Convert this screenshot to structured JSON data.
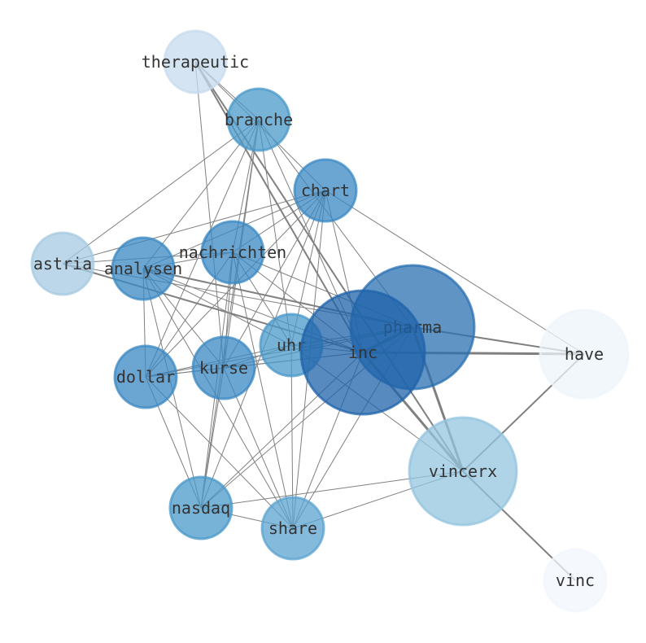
{
  "graph": {
    "nodes": [
      {
        "id": "therapeutic",
        "label": "therapeutic",
        "color": "#c6dbef"
      },
      {
        "id": "branche",
        "label": "branche",
        "color": "#4a98c9"
      },
      {
        "id": "chart",
        "label": "chart",
        "color": "#3a88c3"
      },
      {
        "id": "astria",
        "label": "astria",
        "color": "#a6c9e2"
      },
      {
        "id": "nachrichten",
        "label": "nachrichten",
        "color": "#3a88c3"
      },
      {
        "id": "analysen",
        "label": "analysen",
        "color": "#3a88c3"
      },
      {
        "id": "pharma",
        "label": "pharma",
        "color": "#2a70b2"
      },
      {
        "id": "uhr",
        "label": "uhr",
        "color": "#4a98c9"
      },
      {
        "id": "inc",
        "label": "inc",
        "color": "#1f63aa"
      },
      {
        "id": "have",
        "label": "have",
        "color": "#eef4fb"
      },
      {
        "id": "dollar",
        "label": "dollar",
        "color": "#3a88c3"
      },
      {
        "id": "kurse",
        "label": "kurse",
        "color": "#3a88c3"
      },
      {
        "id": "vincerx",
        "label": "vincerx",
        "color": "#94c4df"
      },
      {
        "id": "nasdaq",
        "label": "nasdaq",
        "color": "#4a98c9"
      },
      {
        "id": "share",
        "label": "share",
        "color": "#5ba3d0"
      },
      {
        "id": "vinc",
        "label": "vinc",
        "color": "#f1f6fc"
      }
    ],
    "edges": [
      [
        "therapeutic",
        "branche",
        1
      ],
      [
        "therapeutic",
        "chart",
        1
      ],
      [
        "therapeutic",
        "kurse",
        1
      ],
      [
        "therapeutic",
        "inc",
        2
      ],
      [
        "therapeutic",
        "vincerx",
        2
      ],
      [
        "branche",
        "astria",
        1
      ],
      [
        "branche",
        "analysen",
        1
      ],
      [
        "branche",
        "dollar",
        1
      ],
      [
        "branche",
        "kurse",
        1
      ],
      [
        "branche",
        "nasdaq",
        1
      ],
      [
        "branche",
        "uhr",
        1
      ],
      [
        "branche",
        "inc",
        1
      ],
      [
        "branche",
        "pharma",
        1
      ],
      [
        "branche",
        "nachrichten",
        1
      ],
      [
        "chart",
        "astria",
        1
      ],
      [
        "chart",
        "analysen",
        1
      ],
      [
        "chart",
        "dollar",
        1
      ],
      [
        "chart",
        "kurse",
        1
      ],
      [
        "chart",
        "nasdaq",
        1
      ],
      [
        "chart",
        "share",
        1
      ],
      [
        "chart",
        "uhr",
        1
      ],
      [
        "chart",
        "inc",
        1
      ],
      [
        "chart",
        "have",
        1
      ],
      [
        "chart",
        "nachrichten",
        1
      ],
      [
        "astria",
        "nachrichten",
        1
      ],
      [
        "astria",
        "inc",
        2
      ],
      [
        "astria",
        "pharma",
        1
      ],
      [
        "nachrichten",
        "analysen",
        1
      ],
      [
        "nachrichten",
        "dollar",
        1
      ],
      [
        "nachrichten",
        "kurse",
        1
      ],
      [
        "nachrichten",
        "nasdaq",
        1
      ],
      [
        "nachrichten",
        "share",
        1
      ],
      [
        "nachrichten",
        "uhr",
        1
      ],
      [
        "nachrichten",
        "inc",
        1
      ],
      [
        "nachrichten",
        "pharma",
        1
      ],
      [
        "analysen",
        "dollar",
        1
      ],
      [
        "analysen",
        "kurse",
        1
      ],
      [
        "analysen",
        "nasdaq",
        1
      ],
      [
        "analysen",
        "share",
        1
      ],
      [
        "analysen",
        "uhr",
        1
      ],
      [
        "analysen",
        "inc",
        1
      ],
      [
        "analysen",
        "pharma",
        2
      ],
      [
        "pharma",
        "inc",
        4
      ],
      [
        "pharma",
        "have",
        2
      ],
      [
        "pharma",
        "vincerx",
        3
      ],
      [
        "pharma",
        "dollar",
        1
      ],
      [
        "pharma",
        "kurse",
        1
      ],
      [
        "pharma",
        "uhr",
        1
      ],
      [
        "pharma",
        "nasdaq",
        1
      ],
      [
        "pharma",
        "share",
        1
      ],
      [
        "inc",
        "have",
        3
      ],
      [
        "inc",
        "vincerx",
        3
      ],
      [
        "inc",
        "dollar",
        1
      ],
      [
        "inc",
        "kurse",
        1
      ],
      [
        "inc",
        "uhr",
        1
      ],
      [
        "inc",
        "nasdaq",
        1
      ],
      [
        "inc",
        "share",
        1
      ],
      [
        "uhr",
        "dollar",
        1
      ],
      [
        "uhr",
        "kurse",
        1
      ],
      [
        "uhr",
        "share",
        1
      ],
      [
        "uhr",
        "vincerx",
        1
      ],
      [
        "dollar",
        "kurse",
        1
      ],
      [
        "dollar",
        "nasdaq",
        1
      ],
      [
        "dollar",
        "share",
        1
      ],
      [
        "kurse",
        "nasdaq",
        1
      ],
      [
        "kurse",
        "share",
        1
      ],
      [
        "nasdaq",
        "share",
        1
      ],
      [
        "nasdaq",
        "vincerx",
        1
      ],
      [
        "share",
        "vincerx",
        1
      ],
      [
        "vincerx",
        "have",
        2
      ],
      [
        "vincerx",
        "vinc",
        2
      ]
    ]
  }
}
